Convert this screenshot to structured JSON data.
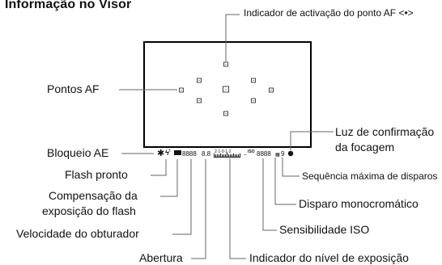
{
  "title": "Informação no Visor",
  "callouts": {
    "af_activation": "Indicador de activação do ponto AF <•>",
    "af_points": "Pontos AF",
    "focus_confirm_1": "Luz de confirmação",
    "focus_confirm_2": "da focagem",
    "ae_lock": "Bloqueio AE",
    "max_burst": "Sequência máxima de disparos",
    "flash_ready": "Flash pronto",
    "monochrome": "Disparo monocromático",
    "flash_comp_1": "Compensação da",
    "flash_comp_2": "exposição do flash",
    "iso": "Sensibilidade ISO",
    "shutter_speed": "Velocidade do obturador",
    "aperture": "Abertura",
    "exposure_level": "Indicador do nível de exposição"
  },
  "viewfinder_display": {
    "shutter": "8888",
    "aperture": "8.8",
    "scale": "2·1·0·1·2",
    "iso_label": "ISO",
    "iso_value": "8888",
    "burst": "9"
  },
  "colors": {
    "ink": "#111111",
    "line": "#666666",
    "frame": "#000000"
  }
}
